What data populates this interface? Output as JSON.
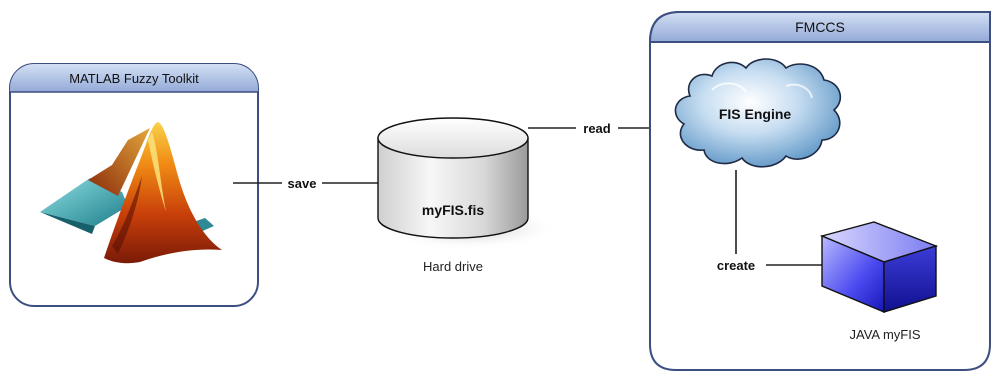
{
  "panels": {
    "matlab": {
      "title": "MATLAB Fuzzy Toolkit"
    },
    "fmccs": {
      "title": "FMCCS"
    }
  },
  "hard_drive": {
    "file_label": "myFIS.fis",
    "caption": "Hard drive"
  },
  "engine": {
    "label": "FIS Engine"
  },
  "java": {
    "caption": "JAVA myFIS"
  },
  "connectors": {
    "save": "save",
    "read": "read",
    "create": "create"
  },
  "colors": {
    "panel_border": "#3c4f80",
    "header_top": "#c5d4ee",
    "header_bottom": "#8ea7d6",
    "line": "#222222",
    "cloud_light": "#e8f2fb",
    "cloud_dark": "#5f98c7",
    "cube_light": "#9c9cff",
    "cube_dark": "#1e1ec8"
  },
  "icons": {
    "matlab_logo": "matlab-membrane-logo-icon",
    "hard_drive": "cylinder-disk-icon",
    "engine": "cloud-icon",
    "java_object": "cube-icon"
  }
}
